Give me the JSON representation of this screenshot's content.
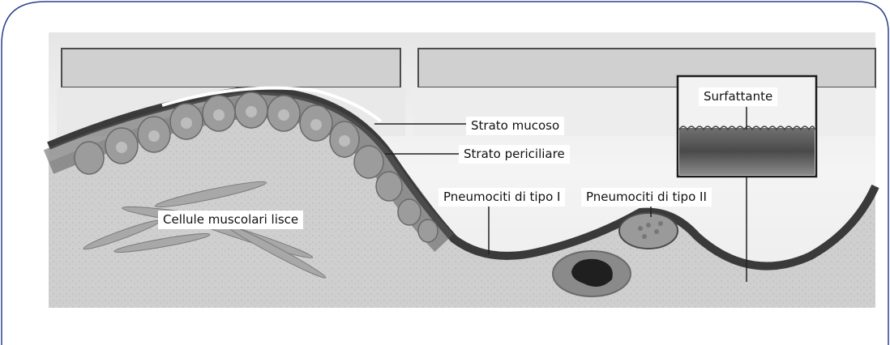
{
  "labels": {
    "strato_mucoso": "Strato mucoso",
    "strato_periciliare": "Strato periciliare",
    "pneumociti_tipo_1": "Pneumociti di tipo I",
    "pneumociti_tipo_2": "Pneumociti di tipo II",
    "surfattante": "Surfattante",
    "cellule_muscolari": "Cellule muscolari lisce"
  },
  "colors": {
    "frame_border": "#2b3f8f",
    "tissue_dark": "#3a3a3a",
    "background_gray": "#d9d9d9"
  }
}
